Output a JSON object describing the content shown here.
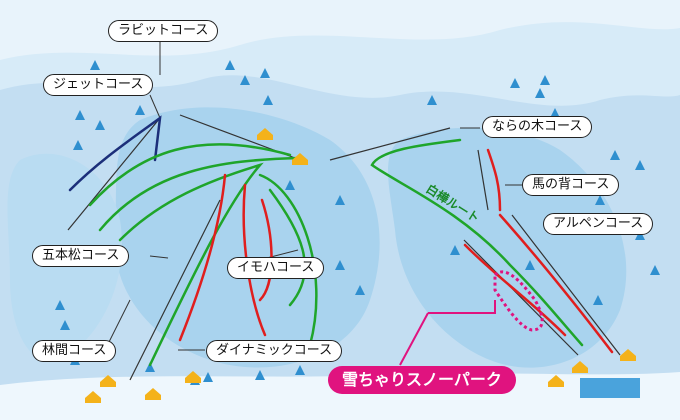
{
  "colors": {
    "snow_light": "#e8f3fb",
    "snow_mid": "#cfe6f5",
    "slope_blue": "#a9d3ee",
    "shadow_blue": "#8cc1e6",
    "tree": "#2f8fcf",
    "course_green": "#1fa52a",
    "course_red": "#e01e1e",
    "course_navy": "#1c2f7a",
    "lift_line": "#333333",
    "park_magenta": "#e0137f",
    "lodge": "#f4b21a"
  },
  "courses": {
    "rabbit": "ラビットコース",
    "jet": "ジェットコース",
    "goho_matsu": "五本松コース",
    "rinkan": "林間コース",
    "imoha": "イモハコース",
    "dynamic": "ダイナミックコース",
    "narano_ki": "ならの木コース",
    "umanose": "馬の背コース",
    "alpen": "アルペンコース"
  },
  "route_label": "白樺ルート",
  "snow_park": "雪ちゃりスノーパーク",
  "icons": {
    "lodge": "lodge-icon",
    "tree": "tree-icon",
    "lift": "lift-station-icon"
  }
}
